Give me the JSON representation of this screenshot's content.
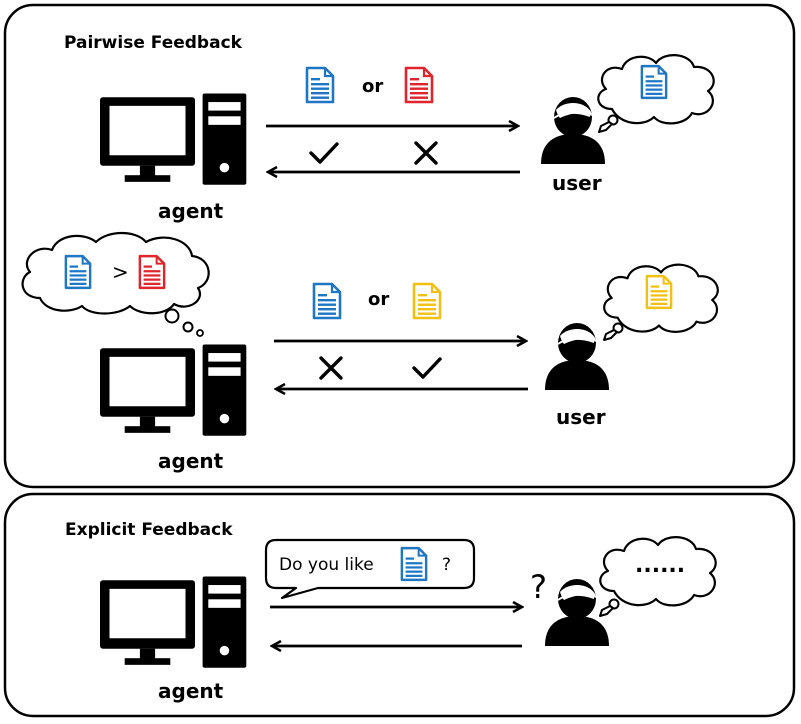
{
  "colors": {
    "blue_doc": "#1f77c4",
    "red_doc": "#e0242b",
    "yellow_doc": "#f2c012",
    "ink": "#000000"
  },
  "panel_top": {
    "title": "Pairwise Feedback",
    "scenario_1": {
      "agent_label": "agent",
      "user_label": "user",
      "or_text": "or",
      "offer_docs": [
        "blue-document-icon",
        "red-document-icon"
      ],
      "response_marks": [
        "check-icon",
        "cross-icon"
      ],
      "user_thought_doc": "blue-document-icon"
    },
    "scenario_2": {
      "agent_label": "agent",
      "user_label": "user",
      "or_text": "or",
      "agent_thought_compare": ">",
      "agent_thought_docs": [
        "blue-document-icon",
        "red-document-icon"
      ],
      "offer_docs": [
        "blue-document-icon",
        "yellow-document-icon"
      ],
      "response_marks": [
        "cross-icon",
        "check-icon"
      ],
      "user_thought_doc": "yellow-document-icon"
    }
  },
  "panel_bottom": {
    "title": "Explicit Feedback",
    "agent_label": "agent",
    "question_prefix": "Do you like",
    "question_suffix": "?",
    "question_doc": "blue-document-icon",
    "user_mark": "?",
    "user_thought_text": "......"
  }
}
